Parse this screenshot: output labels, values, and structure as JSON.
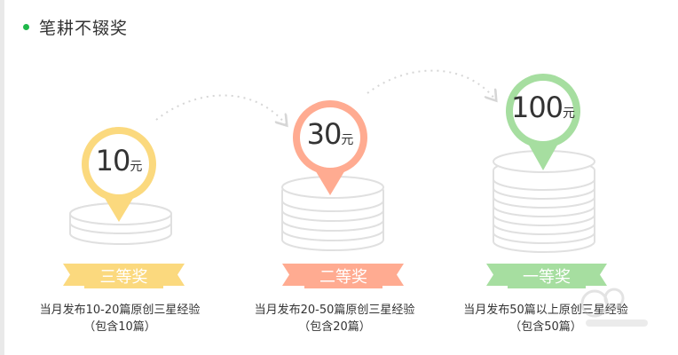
{
  "header": {
    "title": "笔耕不辍奖"
  },
  "colors": {
    "bullet": "#1fb84a",
    "tier3": "#fbd97e",
    "tier2": "#ffab91",
    "tier1": "#a6dea0",
    "coin_stroke": "#e2e2e2",
    "arrow": "#d6d6d6"
  },
  "awards": [
    {
      "rank": "三等奖",
      "amount": "10",
      "unit": "元",
      "condition": "当月发布10-20篇原创三星经验",
      "note": "（包含10篇）",
      "color": "#fbd97e",
      "icon": "coin-stack-icon"
    },
    {
      "rank": "二等奖",
      "amount": "30",
      "unit": "元",
      "condition": "当月发布20-50篇原创三星经验",
      "note": "（包含20篇）",
      "color": "#ffab91",
      "icon": "coin-stack-icon"
    },
    {
      "rank": "一等奖",
      "amount": "100",
      "unit": "元",
      "condition": "当月发布50篇以上原创三星经验",
      "note": "（包含50篇）",
      "color": "#a6dea0",
      "icon": "coin-stack-icon"
    }
  ]
}
